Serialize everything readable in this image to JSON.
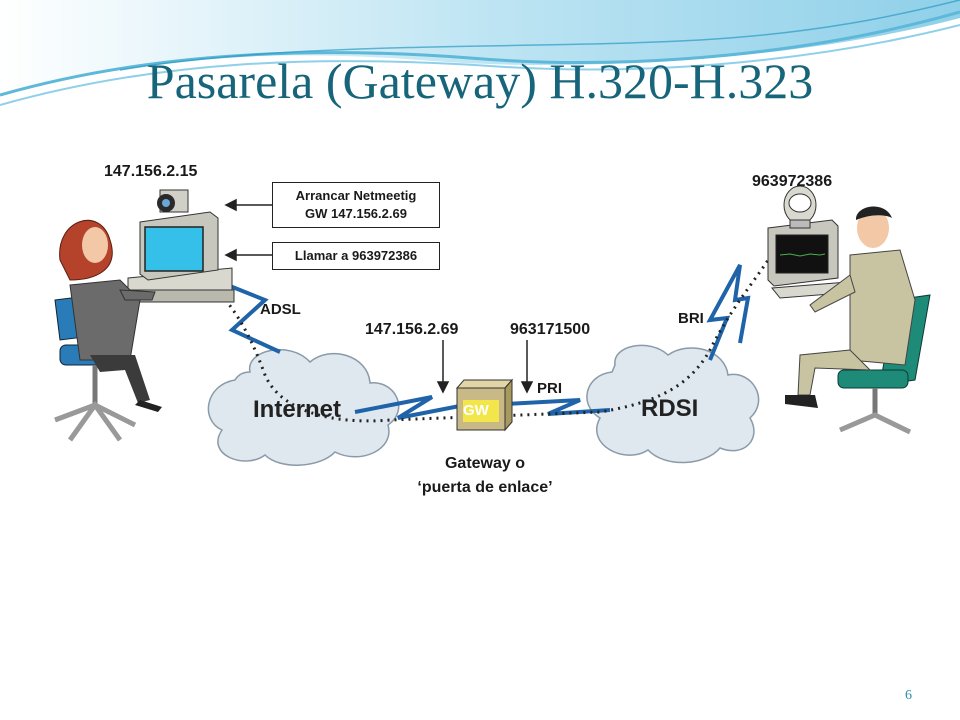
{
  "title": "Pasarela (Gateway) H.320-H.323",
  "left_terminal": {
    "ip": "147.156.2.15"
  },
  "right_terminal": {
    "number": "963972386"
  },
  "commands": {
    "line1": "Arrancar Netmeetig",
    "line2": "GW 147.156.2.69",
    "call": "Llamar a 963972386"
  },
  "links": {
    "adsl": "ADSL",
    "bri": "BRI",
    "pri": "PRI"
  },
  "gateway": {
    "ip": "147.156.2.69",
    "number": "963171500",
    "box_label": "GW",
    "caption_line1": "Gateway o",
    "caption_line2": "‘puerta de enlace’"
  },
  "clouds": {
    "internet": "Internet",
    "isdn": "RDSI"
  },
  "slide_number": "6",
  "colors": {
    "title": "#17657a",
    "wave_light": "#c5e7f4",
    "wave_mid": "#6cc3e2",
    "cloud_fill": "#dfe8ef",
    "link_blue": "#1f63a8",
    "gateway_box": "#c8b986",
    "gw_label": "#f2e64a"
  }
}
